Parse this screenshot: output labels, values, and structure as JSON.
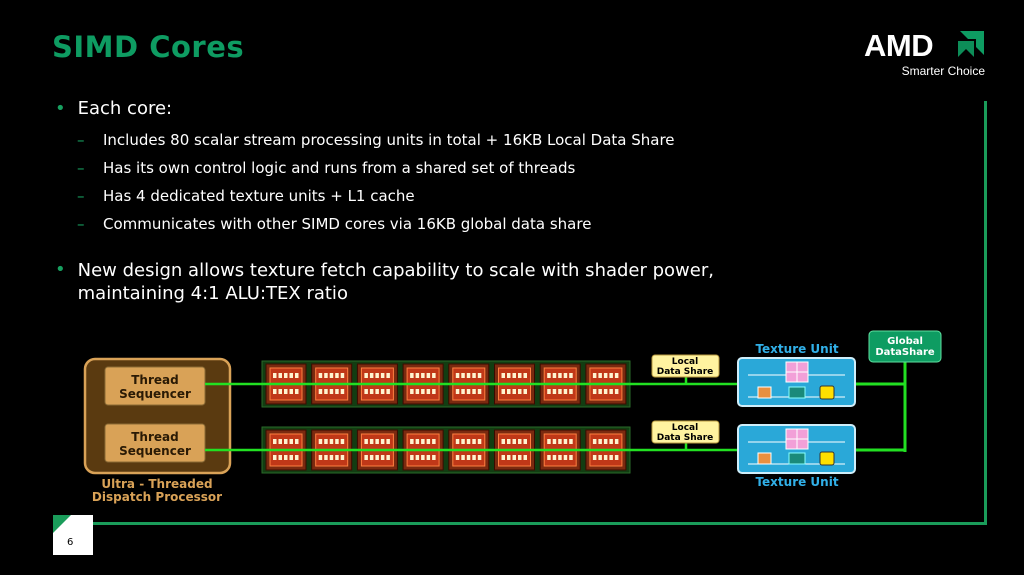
{
  "title": "SIMD Cores",
  "logo": {
    "brand": "AMD",
    "tagline": "Smarter Choice"
  },
  "bullets": [
    {
      "text": "Each core:",
      "sub": [
        "Includes 80 scalar stream processing units in total + 16KB Local Data Share",
        "Has its own control logic and runs from a shared set of threads",
        "Has 4 dedicated texture units + L1 cache",
        "Communicates with other SIMD cores via 16KB global data share"
      ]
    },
    {
      "text_line1": "New design allows texture fetch capability to scale with shader power,",
      "text_line2": "maintaining 4:1 ALU:TEX ratio"
    }
  ],
  "diagram": {
    "dispatch_label_1": "Ultra - Threaded",
    "dispatch_label_2": "Dispatch  Processor",
    "sequencer_line1": "Thread",
    "sequencer_line2": "Sequencer",
    "lds_line1": "Local",
    "lds_line2": "Data  Share",
    "texture_unit": "Texture Unit",
    "gds_line1": "Global",
    "gds_line2": "DataShare",
    "simd_units_per_row": 8,
    "colors": {
      "green_accent": "#0e9c62",
      "link": "#22e022",
      "dispatch_fill": "#5a3a10",
      "dispatch_border": "#d9a257",
      "sequencer_fill": "#d9a257",
      "texture_fill": "#2aa8d8",
      "texture_label": "#31b0e8",
      "lds_fill": "#fff3a0",
      "gds_fill": "#0e9c62"
    }
  },
  "slide_number": "6"
}
